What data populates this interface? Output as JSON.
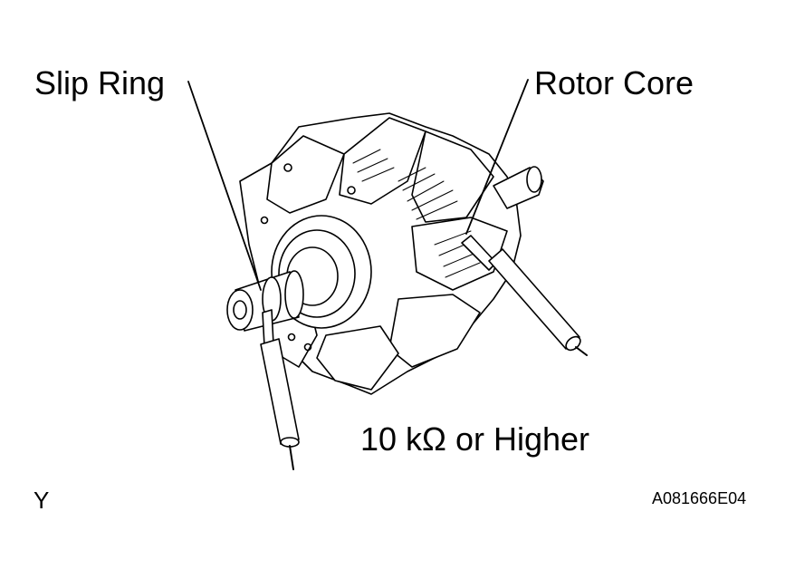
{
  "labels": {
    "slip_ring": "Slip Ring",
    "rotor_core": "Rotor Core",
    "spec": "10 kΩ or Higher",
    "corner_mark": "Y",
    "figure_code": "A081666E04"
  },
  "colors": {
    "line": "#000000",
    "background": "#ffffff",
    "shade": "#d9d9d9"
  }
}
